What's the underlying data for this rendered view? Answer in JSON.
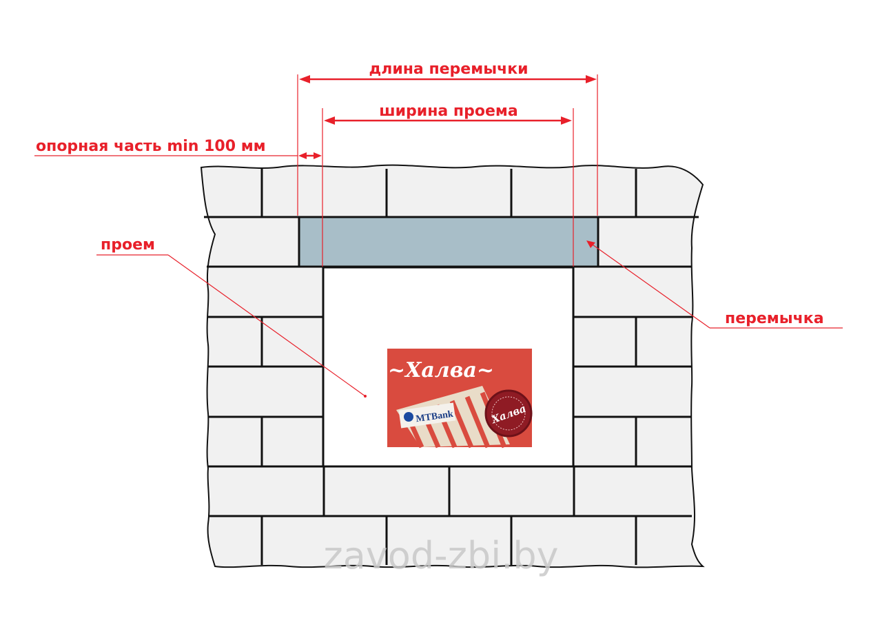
{
  "labels": {
    "lintel_length": "длина перемычки",
    "opening_width": "ширина проема",
    "bearing_part": "опорная часть min 100 мм",
    "opening": "проем",
    "lintel": "перемычка"
  },
  "ad_card": {
    "title": "~Халва~",
    "bank": "MTBank",
    "seal": "Халва"
  },
  "watermark": "zavod-zbi.by",
  "colors": {
    "annotation": "#e8202a",
    "brick_fill": "#f1f1f1",
    "mortar": "#111111",
    "lintel_fill": "#a8bec8",
    "card_bg": "#d94b3f",
    "watermark": "#c9c9c9"
  }
}
